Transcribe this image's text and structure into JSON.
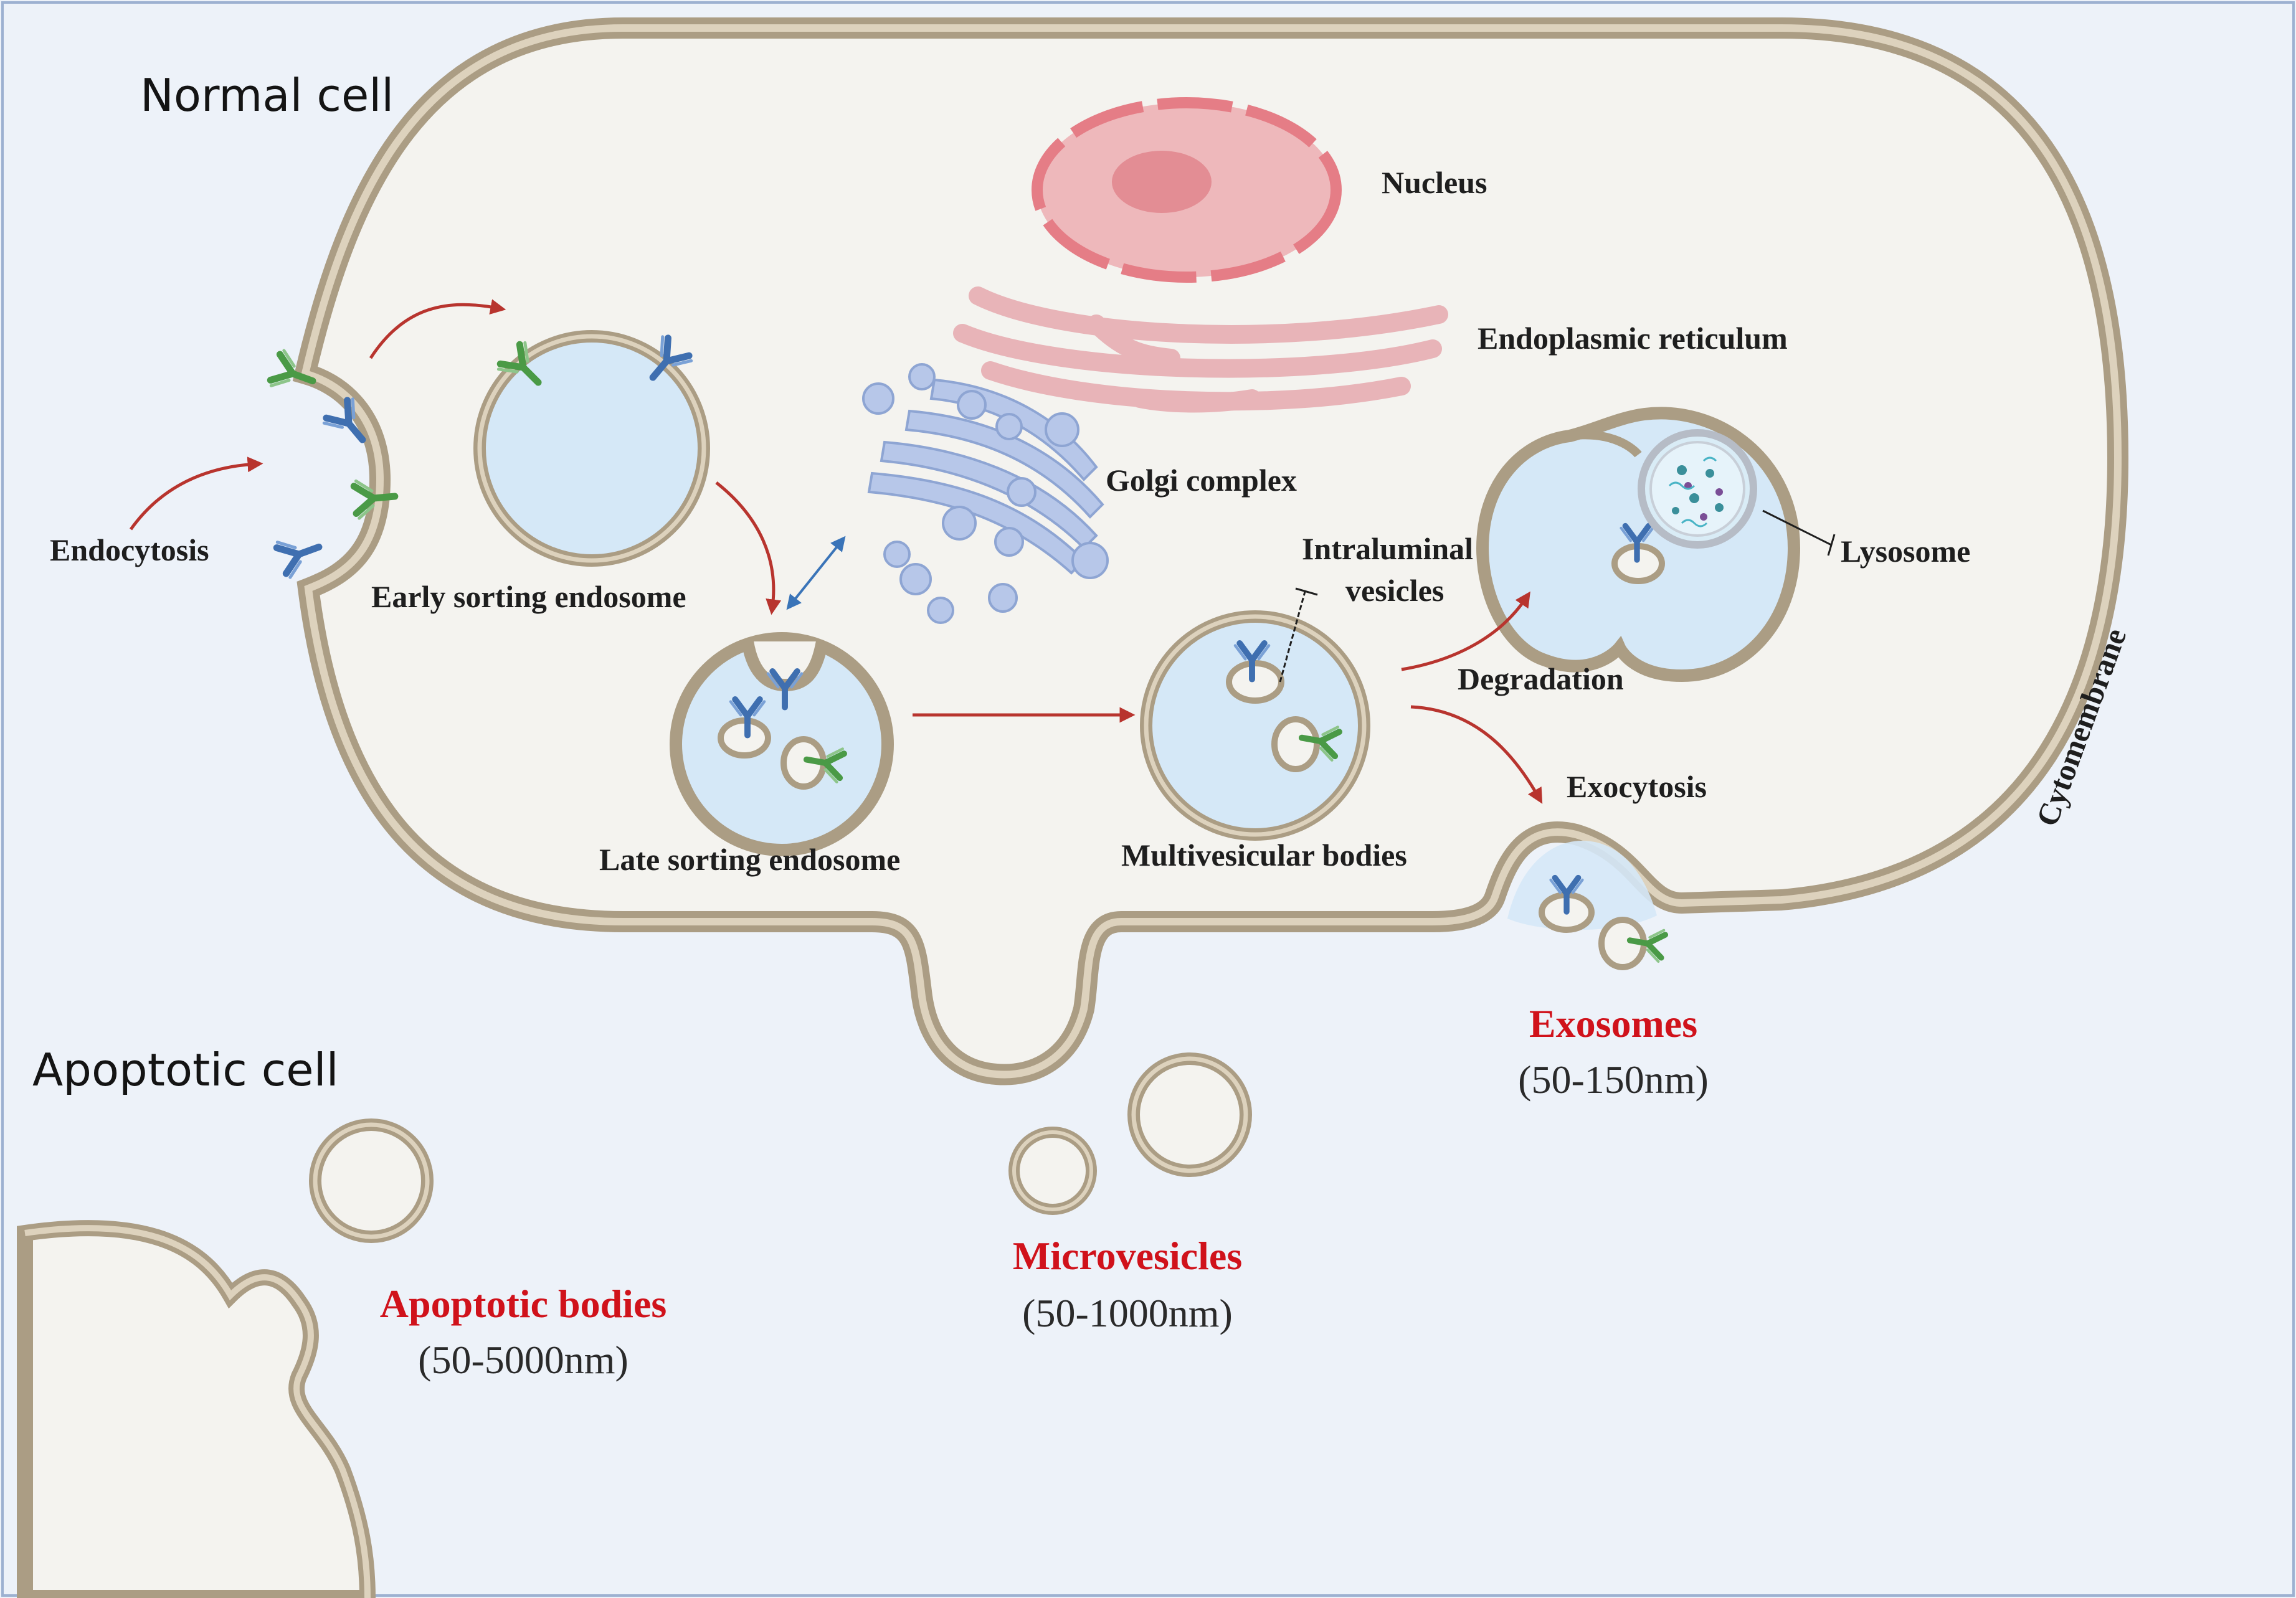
{
  "colors": {
    "background": "#edf2f9",
    "cytoplasm": "#f4f3ef",
    "membrane": "#ab9d84",
    "membrane_light": "#ddd2bd",
    "lumen": "#d5e8f7",
    "nucleus": "#eeb8bb",
    "nucleolus": "#e38d94",
    "er": "#e8b4b8",
    "golgi": "#b7c7e9",
    "arrow": "#b8342e",
    "highlight": "#d0121b",
    "receptor_blue": "#3f6fb0",
    "receptor_green": "#4a9a46"
  },
  "labels": {
    "normal_cell": "Normal cell",
    "apoptotic_cell": "Apoptotic cell",
    "endocytosis": "Endocytosis",
    "early_sorting_endosome": "Early sorting endosome",
    "late_sorting_endosome": "Late sorting endosome",
    "nucleus": "Nucleus",
    "endoplasmic_reticulum": "Endoplasmic reticulum",
    "golgi_complex": "Golgi complex",
    "intraluminal_vesicles_line1": "Intraluminal",
    "intraluminal_vesicles_line2": "vesicles",
    "lysosome": "Lysosome",
    "degradation": "Degradation",
    "exocytosis": "Exocytosis",
    "multivesicular_bodies": "Multivesicular bodies",
    "cytomembrane": "Cytomembrane"
  },
  "vesicle_types": {
    "exosomes": {
      "name": "Exosomes",
      "size": "(50-150nm)"
    },
    "microvesicles": {
      "name": "Microvesicles",
      "size": "(50-1000nm)"
    },
    "apoptotic_bodies": {
      "name": "Apoptotic bodies",
      "size": "(50-5000nm)"
    }
  }
}
